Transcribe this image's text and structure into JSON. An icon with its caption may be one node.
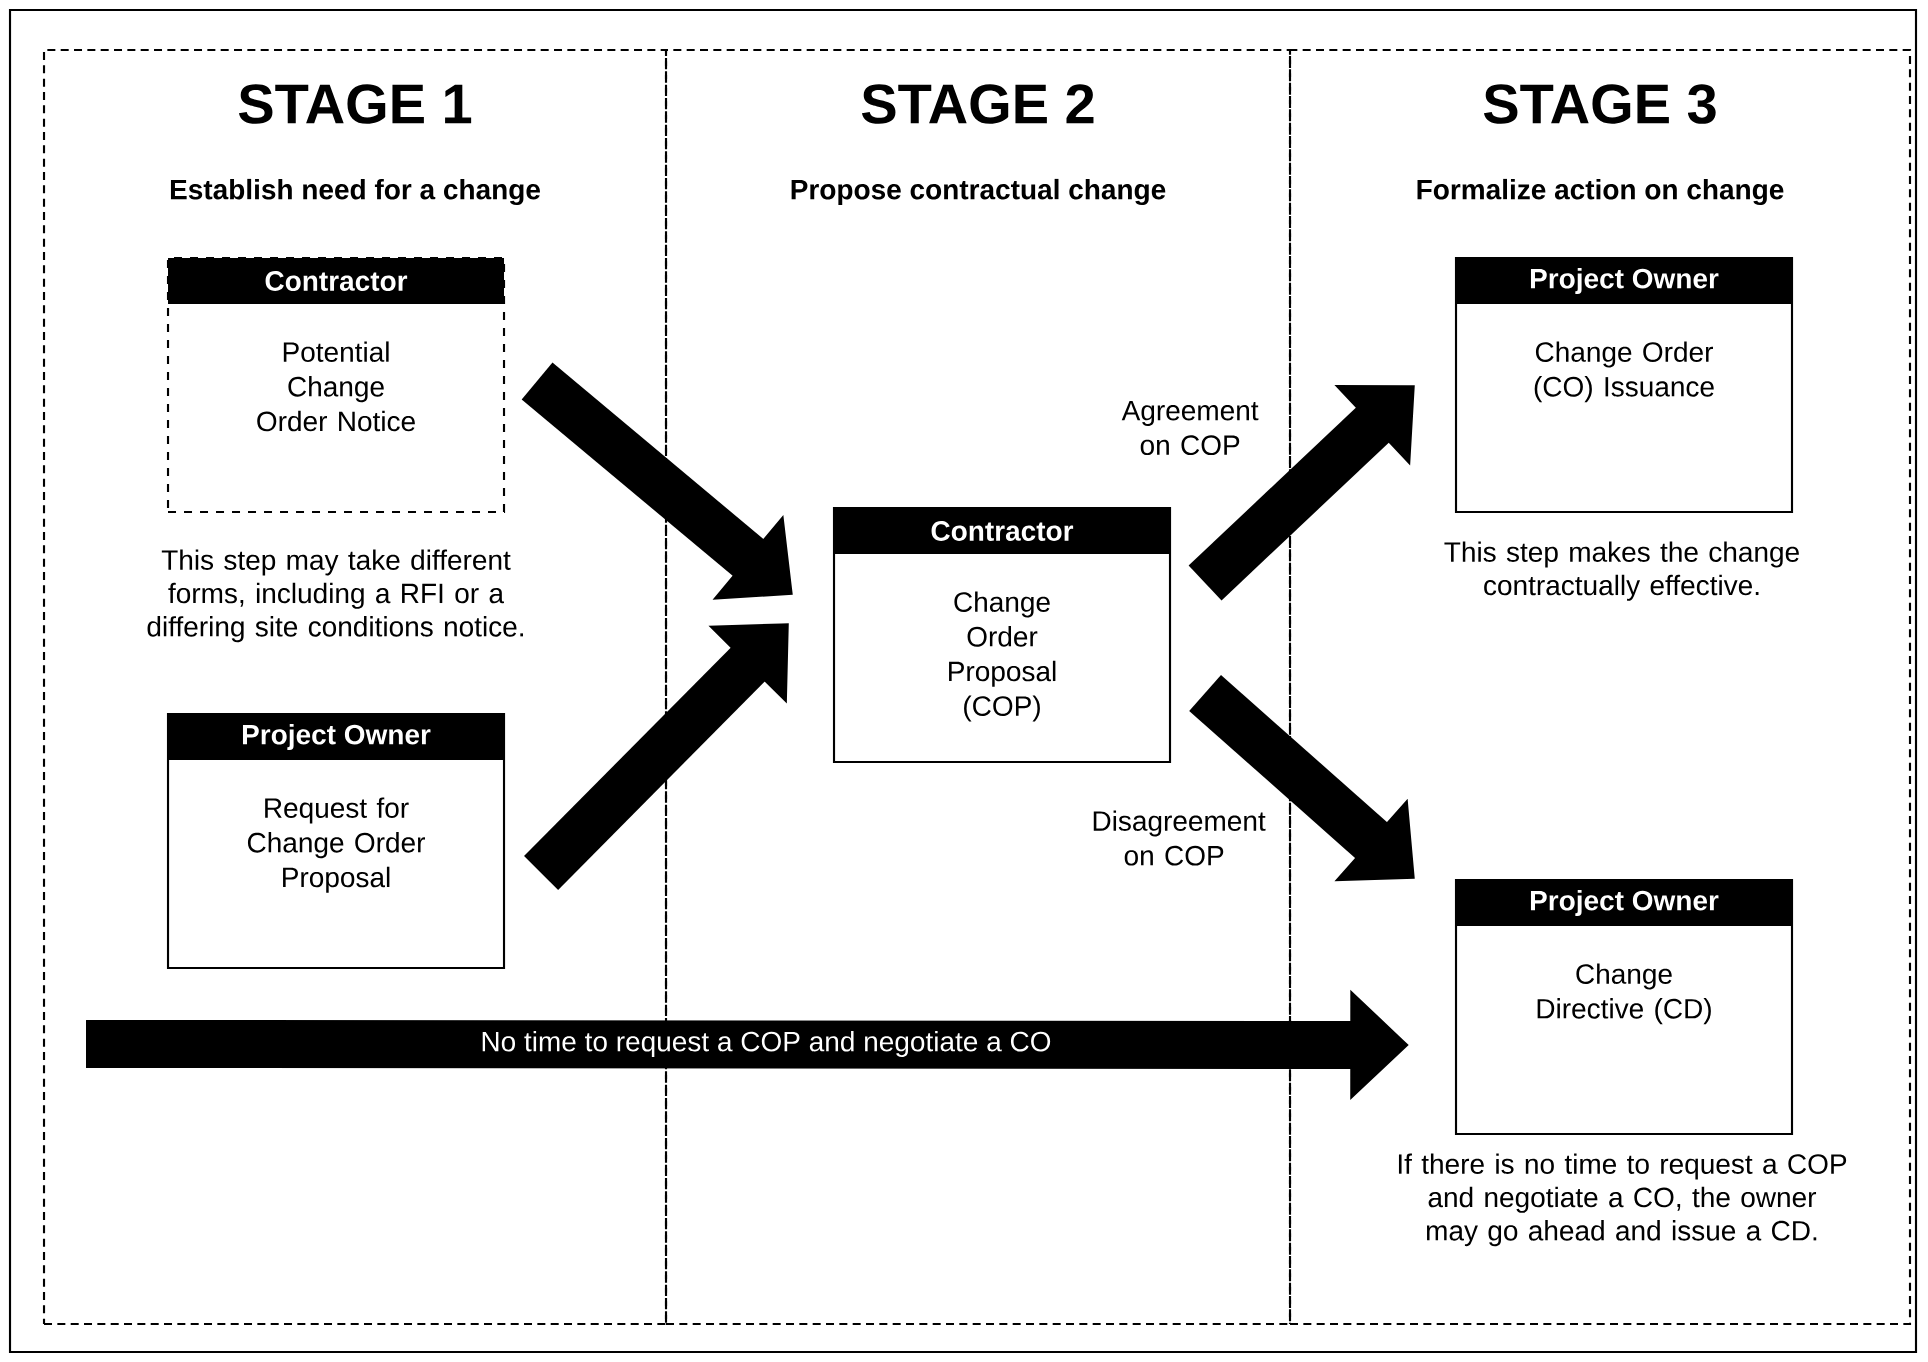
{
  "diagram": {
    "nodes": [
      {
        "text": [
          "STAGE 1",
          "Establish need for a change"
        ]
      },
      {
        "text": [
          "STAGE 2",
          "Propose contractual change"
        ]
      },
      {
        "text": [
          "STAGE 3",
          "Formalize action on change"
        ]
      },
      {
        "text": [
          "Contractor",
          "Potential Change Order Notice"
        ],
        "in": 0,
        "beside": [
          "This step may take different forms, including a RFI or a differing site conditions notice."
        ]
      },
      {
        "text": [
          "Project Owner",
          "Request for Change Order Proposal"
        ],
        "in": 0
      },
      {
        "text": [
          "Contractor",
          "Change Order Proposal (COP)"
        ],
        "in": 1
      },
      {
        "text": [
          "Project Owner",
          "Change Order (CO) Issuance"
        ],
        "in": 2,
        "beside": [
          "This step makes the change contractually effective."
        ]
      },
      {
        "text": [
          "Project Owner",
          "Change Directive (CD)"
        ],
        "in": 2,
        "beside": [
          "If there is no time to request a COP and negotiate a CO, the owner may go ahead and issue a CD."
        ]
      }
    ],
    "edges": [
      {
        "from": 3,
        "to": 5,
        "arrow": "to"
      },
      {
        "from": 4,
        "to": 5,
        "arrow": "to"
      },
      {
        "from": 5,
        "to": 6,
        "arrow": "to",
        "label": "Agreement on COP"
      },
      {
        "from": 5,
        "to": 7,
        "arrow": "to",
        "label": "Disagreement on COP"
      },
      {
        "from": null,
        "to": 7,
        "arrow": "to",
        "label": "No time to request a COP and negotiate a CO"
      }
    ]
  }
}
